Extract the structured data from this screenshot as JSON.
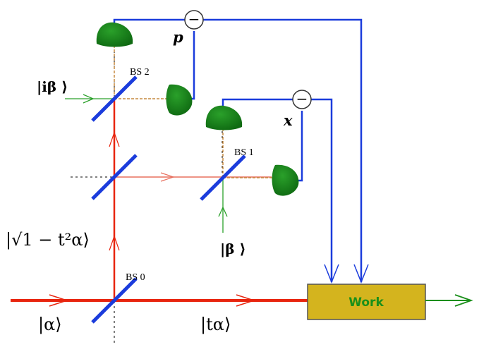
{
  "labels": {
    "bs0": "BS 0",
    "bs1": "BS 1",
    "bs2": "BS 2",
    "p": "p",
    "x": "x",
    "minus": "−",
    "work": "Work",
    "ket_alpha": "|α⟩",
    "ket_t_alpha": "|tα⟩",
    "ket_sqrt_alpha": "|√1 − t²α⟩",
    "ket_beta": "|β ⟩",
    "ket_i_beta": "|iβ ⟩"
  },
  "colors": {
    "main_beam": "#e8250f",
    "weak_beam": "#e8705f",
    "aux_beam": "#2aa02a",
    "electrical": "#1b3cdc",
    "beamsplitter": "#1b3cdc",
    "detector": "#1a7a1a",
    "work_box": "#d4b41e",
    "output_arrow": "#1a8f1a"
  },
  "icons": {
    "detector": "photodetector-icon",
    "subtractor": "minus-circle-icon",
    "beamsplitter": "beamsplitter-icon"
  }
}
